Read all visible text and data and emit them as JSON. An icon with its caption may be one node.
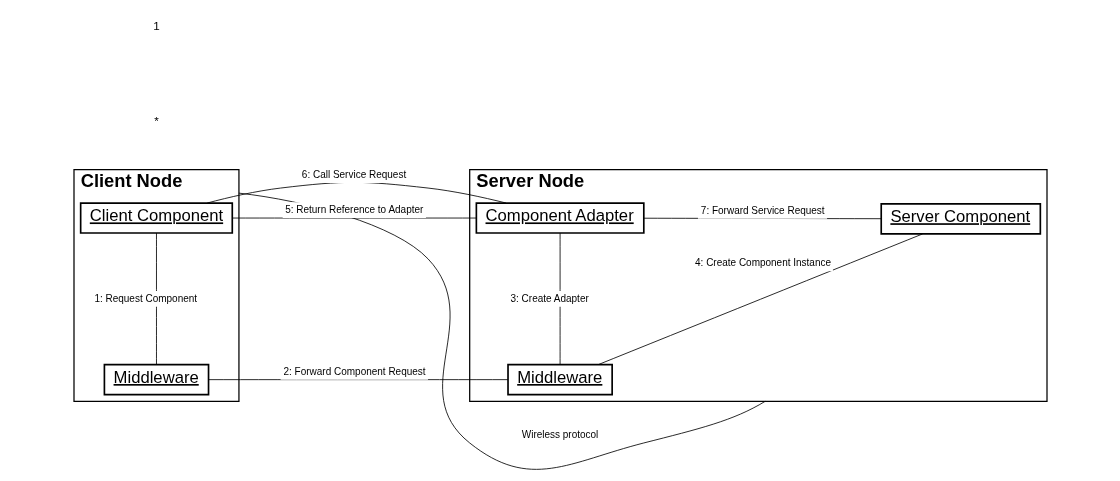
{
  "diagram": {
    "nodes": [
      {
        "text": [
          "Client Node"
        ]
      },
      {
        "text": [
          "Client Component"
        ],
        "in": 0
      },
      {
        "text": [
          "Middleware"
        ],
        "in": 0
      },
      {
        "text": [
          "Server Node"
        ]
      },
      {
        "text": [
          "Component Adapter"
        ],
        "in": 3
      },
      {
        "text": [
          "Server Component"
        ],
        "in": 3
      },
      {
        "text": [
          "Middleware"
        ],
        "in": 3
      }
    ],
    "edges": [
      {
        "from": 0,
        "to": 3,
        "arrow": "none",
        "label": "Wireless protocol"
      },
      {
        "from": 1,
        "to": 2,
        "arrow": "none",
        "label": "1: Request Component"
      },
      {
        "from": 2,
        "to": 6,
        "arrow": "none",
        "label": "2: Forward Component Request"
      },
      {
        "from": 6,
        "to": 4,
        "arrow": "none",
        "label": "3: Create Adapter"
      },
      {
        "from": 6,
        "to": 5,
        "arrow": "none",
        "label": "4: Create Component Instance"
      },
      {
        "from": 4,
        "to": 1,
        "arrow": "none",
        "label": "5: Return Reference to Adapter"
      },
      {
        "from": 1,
        "to": 4,
        "arrow": "none",
        "label": "6: Call Service Request"
      },
      {
        "from": 4,
        "to": 5,
        "arrow": "none",
        "label": "7: Forward Service Request"
      }
    ],
    "labels": [
      "*",
      "1"
    ]
  }
}
